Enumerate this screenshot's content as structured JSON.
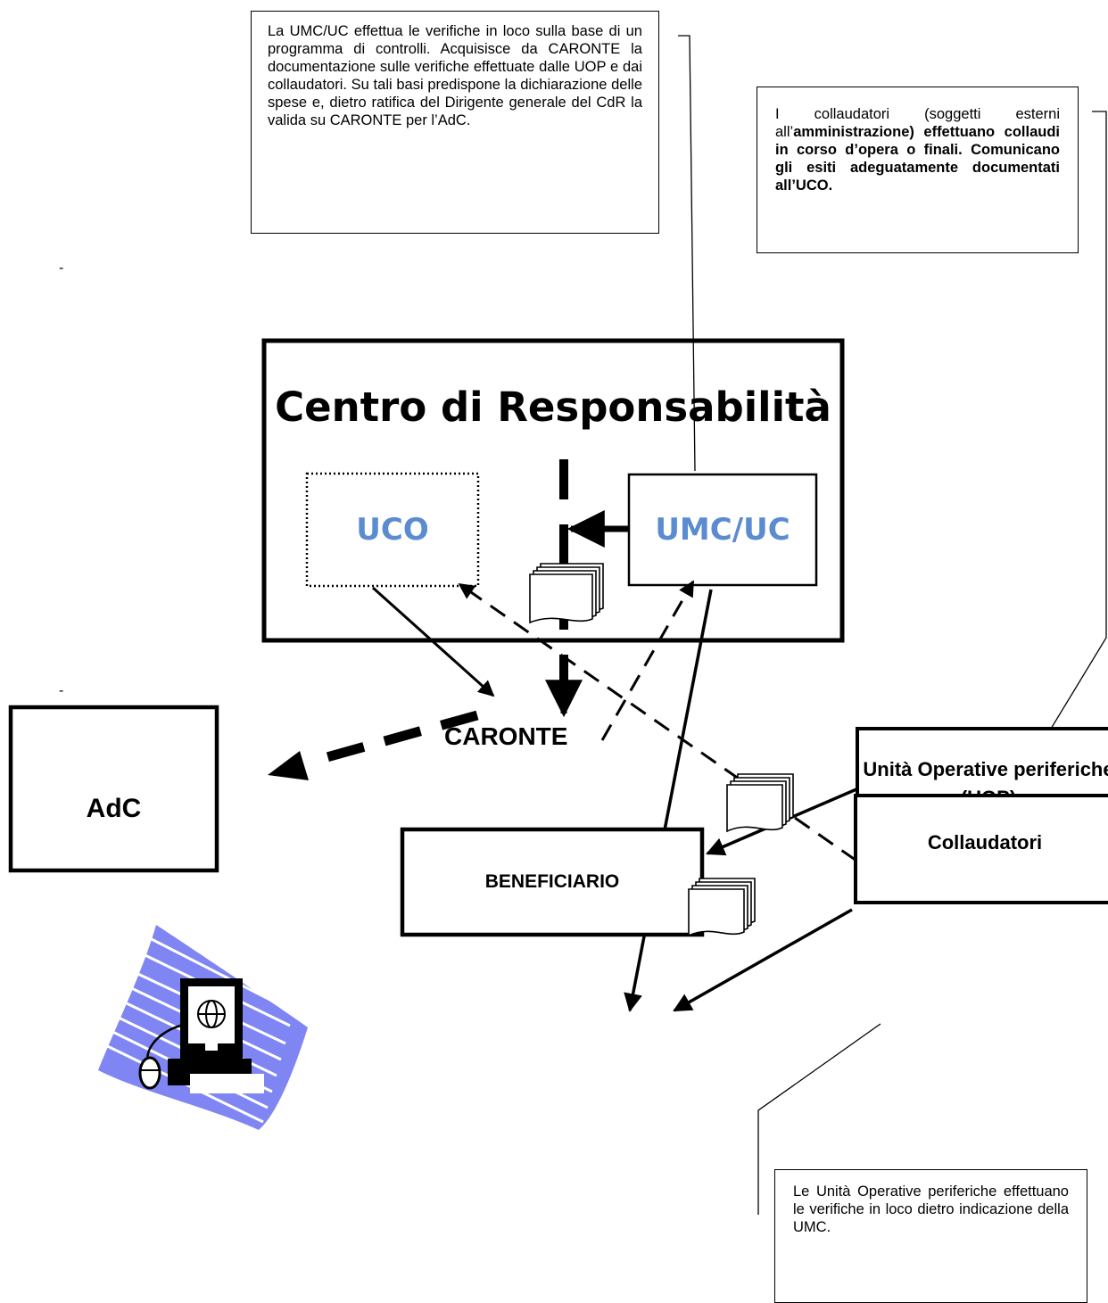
{
  "notes": {
    "umc": "La UMC/UC effettua le verifiche in loco sulla base di un programma di controlli. Acquisisce da CARONTE la documentazione sulle verifiche effettuate dalle UOP e dai collaudatori. Su tali basi predispone la dichiarazione delle spese e, dietro ratifica del Dirigente generale del CdR la valida su CARONTE per l’AdC.",
    "collaudatori_a": "I collaudatori (soggetti esterni all’",
    "collaudatori_b": "amministrazione) effettuano collaudi in corso d’opera o finali. Comunicano gli esiti adeguatamente documentati all’UCO.",
    "uop": "Le Unità Operative periferiche effettuano le verifiche in loco dietro indicazione della UMC."
  },
  "boxes": {
    "cdr_title": "Centro di Responsabilità",
    "uco": "UCO",
    "umc": "UMC/UC",
    "caronte": "CARONTE",
    "adc": "AdC",
    "beneficiario": "BENEFICIARIO",
    "uop": "Unità Operative periferiche (UOP)",
    "collaudatori": "Collaudatori"
  },
  "dashes": [
    "-",
    "-"
  ],
  "colors": {
    "accent": "#5b8bd0",
    "clipart": "#7f86f3"
  },
  "icons": [
    "document-stack-icon",
    "computer-globe-icon",
    "mouse-icon"
  ]
}
